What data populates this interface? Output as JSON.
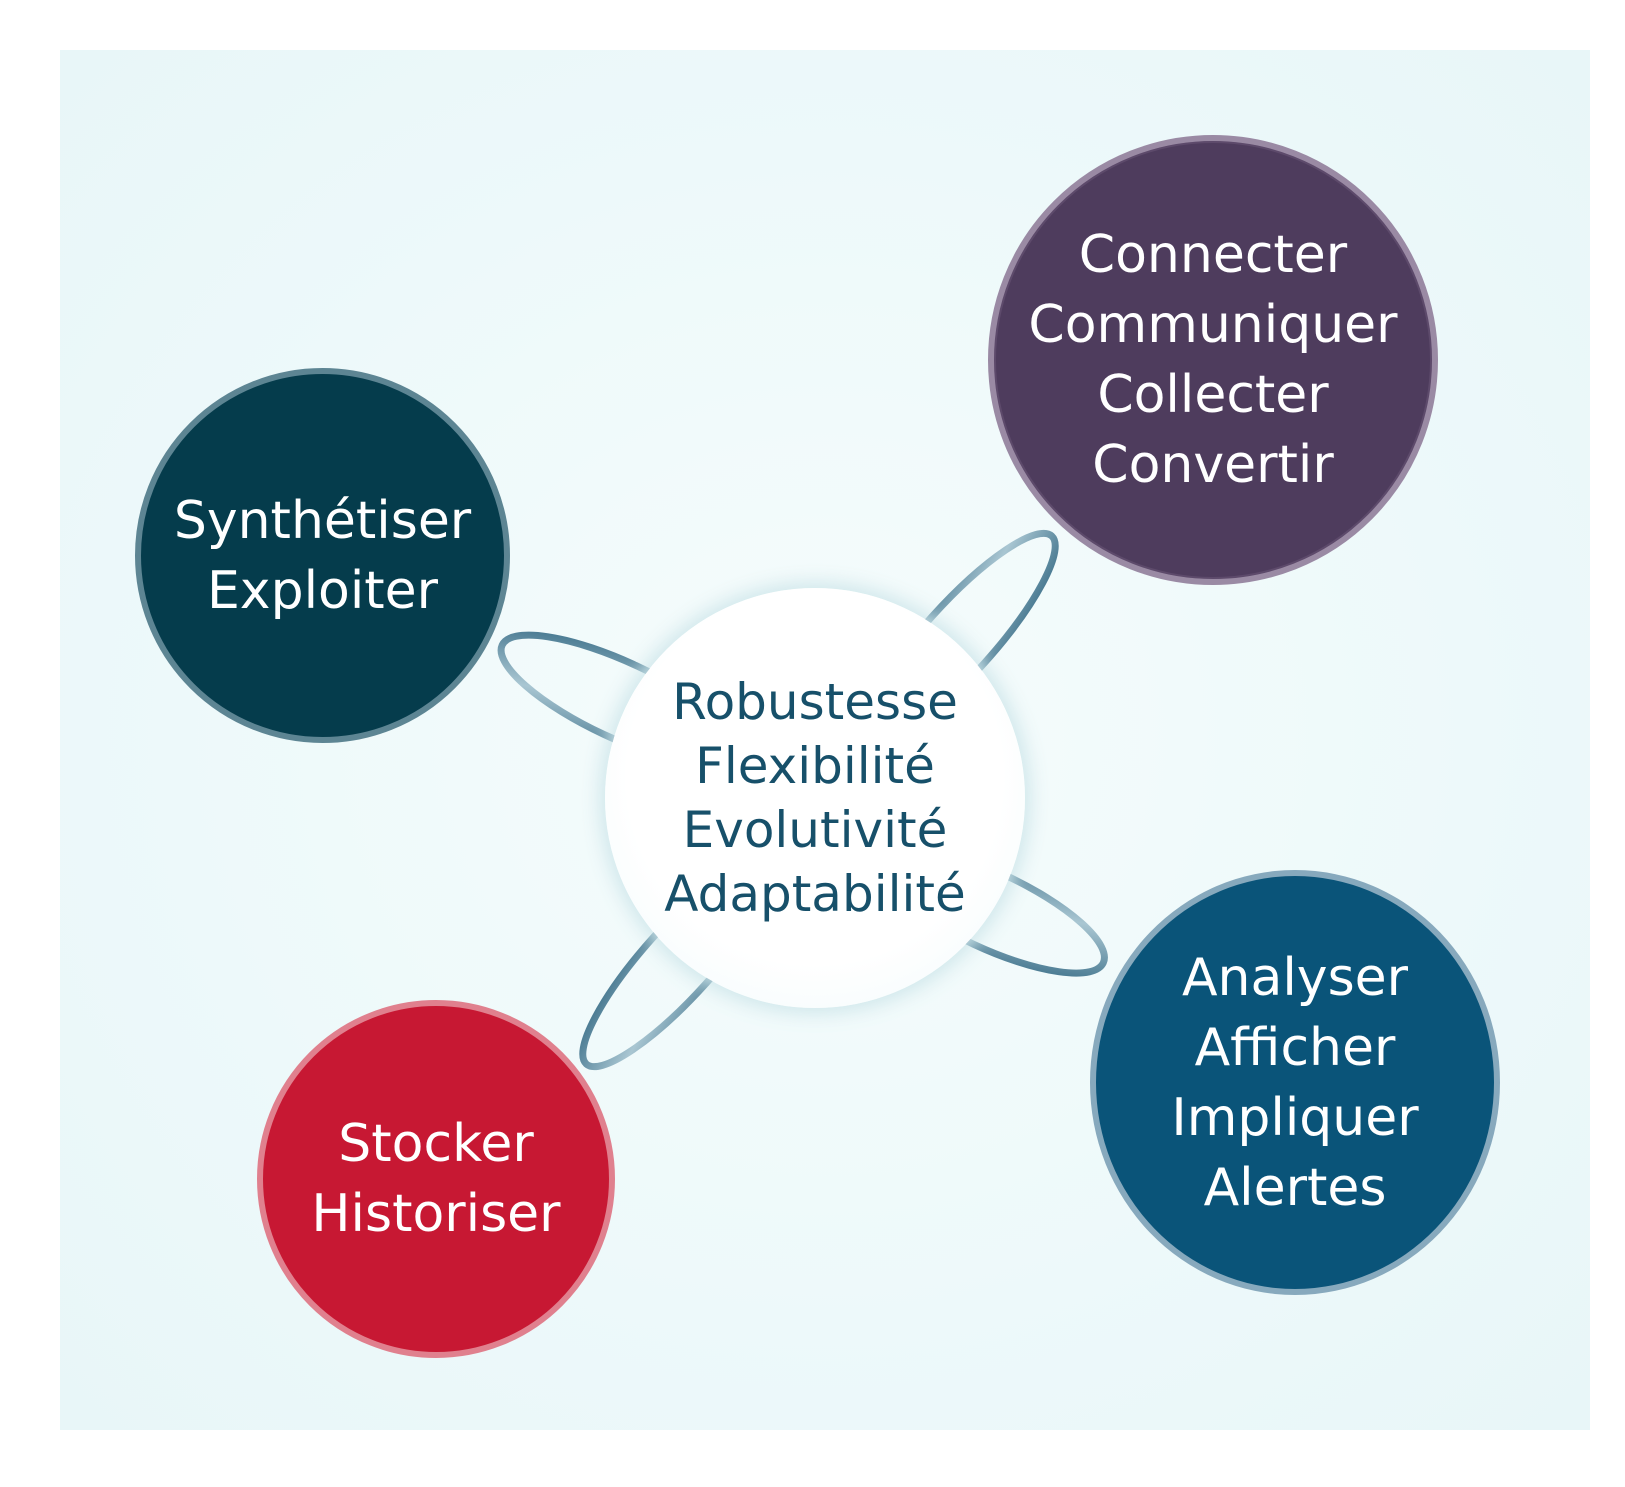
{
  "hub": {
    "lines": [
      "Robustesse",
      "Flexibilité",
      "Evolutivité",
      "Adaptabilité"
    ],
    "text_color": "#17506a"
  },
  "bubbles": [
    {
      "id": "connect",
      "lines": [
        "Connecter",
        "Communiquer",
        "Collecter",
        "Convertir"
      ],
      "color": "#4e3c5d"
    },
    {
      "id": "synth",
      "lines": [
        "Synthétiser",
        "Exploiter"
      ],
      "color": "#053c4c"
    },
    {
      "id": "stock",
      "lines": [
        "Stocker",
        "Historiser"
      ],
      "color": "#c71833"
    },
    {
      "id": "analyse",
      "lines": [
        "Analyser",
        "Afficher",
        "Impliquer",
        "Alertes"
      ],
      "color": "#0a5479"
    }
  ],
  "colors": {
    "background": "#edf9fa",
    "ring": "#4a7b90"
  }
}
